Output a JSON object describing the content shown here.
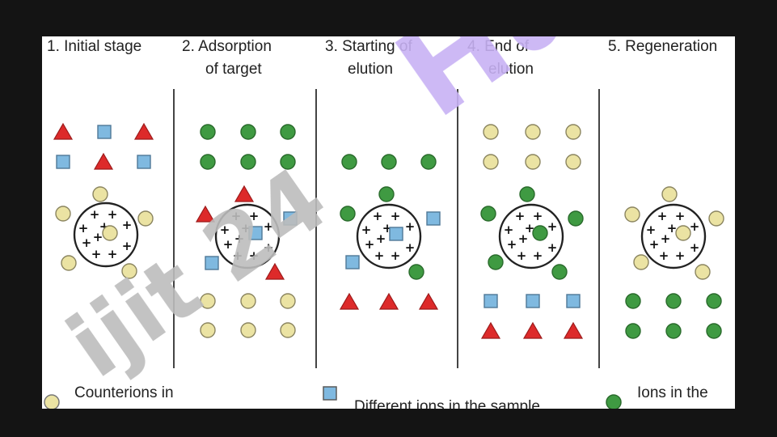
{
  "stages": [
    {
      "lines": [
        "1. Initial stage"
      ]
    },
    {
      "lines": [
        "2. Adsorption",
        "of target"
      ]
    },
    {
      "lines": [
        "3.  Starting of",
        "elution"
      ]
    },
    {
      "lines": [
        "4.  End of",
        "elution"
      ]
    },
    {
      "lines": [
        "5. Regeneration"
      ]
    }
  ],
  "legend": {
    "counterions": "Counterions in",
    "different_ions": "Different ions in the sample",
    "ions_in_the": "Ions in the"
  },
  "watermark": {
    "first": "Hu",
    "second": "ijit 24"
  },
  "colors": {
    "background": "#141414",
    "panel": "#ffffff",
    "red_triangle": "#dd2a2a",
    "blue_square": "#7fb9e0",
    "green_circle": "#3f9a42",
    "yellow_circle": "#ebe3a3",
    "divider": "#444444",
    "watermark_purple": "#c8b2f4",
    "watermark_gray": "#bdbdbd"
  }
}
